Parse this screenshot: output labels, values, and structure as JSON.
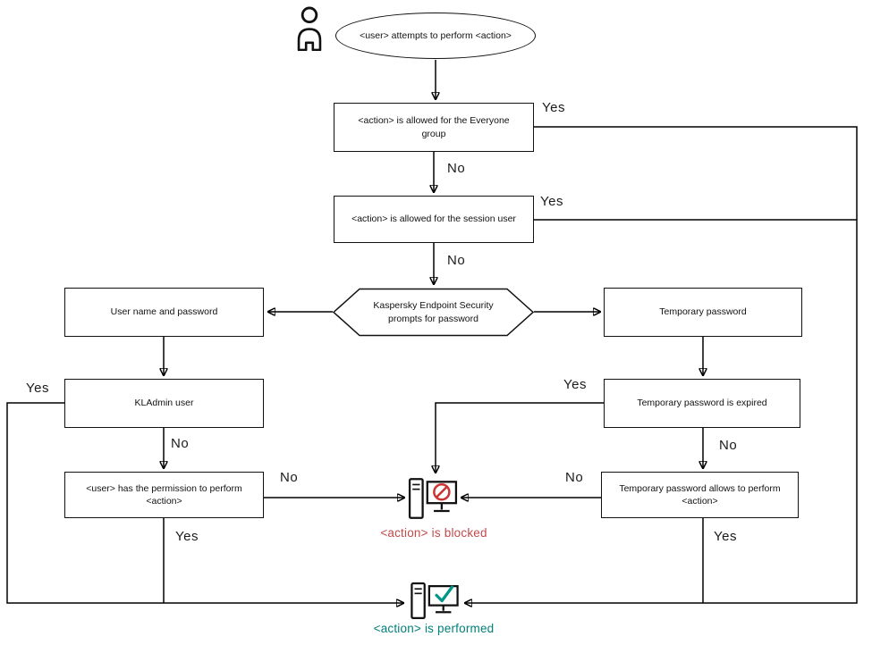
{
  "diagram": {
    "nodes": {
      "start": "<user> attempts to perform <action>",
      "everyone": "<action> is allowed for the Everyone group",
      "session": "<action> is allowed for the session user",
      "prompt": "Kaspersky Endpoint Security prompts for password",
      "userpass": "User name and password",
      "kladmin": "KLAdmin user",
      "permission": "<user> has the permission to perform <action>",
      "temppass": "Temporary password",
      "tempexpired": "Temporary password is expired",
      "tempallows": "Temporary password allows to perform <action>"
    },
    "outcomes": {
      "blocked": "<action> is blocked",
      "performed": "<action> is performed"
    },
    "edge_labels": {
      "everyone_yes": "Yes",
      "everyone_no": "No",
      "session_yes": "Yes",
      "session_no": "No",
      "kladmin_yes": "Yes",
      "kladmin_no": "No",
      "permission_no": "No",
      "permission_yes": "Yes",
      "tempexpired_yes": "Yes",
      "tempexpired_no": "No",
      "tempallows_no": "No",
      "tempallows_yes": "Yes"
    },
    "colors": {
      "line": "#000000",
      "blocked_text": "#c24a4a",
      "blocked_symbol": "#cc3333",
      "performed_text": "#00807a",
      "performed_symbol": "#009688"
    },
    "icons": {
      "user": "user-icon",
      "blocked": "computer-blocked-icon",
      "performed": "computer-check-icon"
    }
  }
}
